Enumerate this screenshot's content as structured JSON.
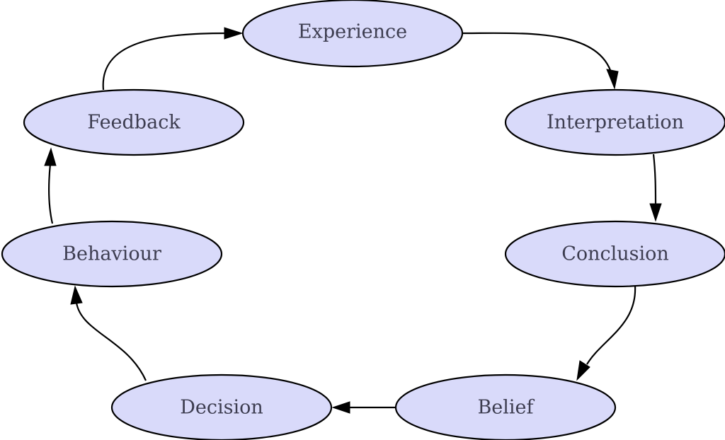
{
  "diagram": {
    "type": "cycle",
    "colors": {
      "node_fill": "#d9dafa",
      "node_stroke": "#000000",
      "label_text": "#3d3d50",
      "edge": "#000000"
    },
    "nodes": [
      {
        "id": "experience",
        "label": "Experience"
      },
      {
        "id": "interpretation",
        "label": "Interpretation"
      },
      {
        "id": "conclusion",
        "label": "Conclusion"
      },
      {
        "id": "belief",
        "label": "Belief"
      },
      {
        "id": "decision",
        "label": "Decision"
      },
      {
        "id": "behaviour",
        "label": "Behaviour"
      },
      {
        "id": "feedback",
        "label": "Feedback"
      }
    ],
    "edges": [
      {
        "from": "experience",
        "to": "interpretation"
      },
      {
        "from": "interpretation",
        "to": "conclusion"
      },
      {
        "from": "conclusion",
        "to": "belief"
      },
      {
        "from": "belief",
        "to": "decision"
      },
      {
        "from": "decision",
        "to": "behaviour"
      },
      {
        "from": "behaviour",
        "to": "feedback"
      },
      {
        "from": "feedback",
        "to": "experience"
      }
    ]
  }
}
